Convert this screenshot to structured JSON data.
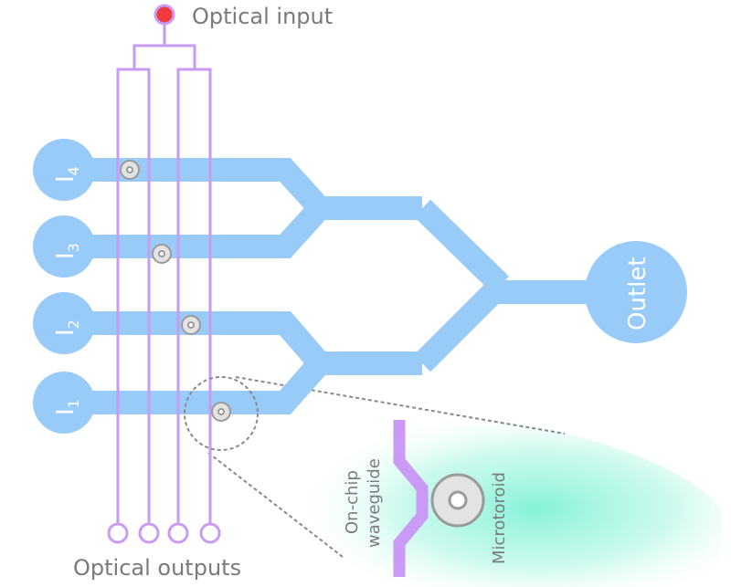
{
  "labels": {
    "optical_input": "Optical input",
    "optical_outputs": "Optical outputs",
    "outlet": "Outlet",
    "on_chip_line1": "On-chip",
    "on_chip_line2": "waveguide",
    "microtoroid": "Microtoroid"
  },
  "inlets": [
    {
      "letter": "I",
      "sub": "4"
    },
    {
      "letter": "I",
      "sub": "3"
    },
    {
      "letter": "I",
      "sub": "2"
    },
    {
      "letter": "I",
      "sub": "1"
    }
  ],
  "colors": {
    "channel": "#99cbf9",
    "waveguide": "#c99af6",
    "input_dot": "#ee3c3c",
    "toroid_fill": "#e3e3e3",
    "toroid_stroke": "#9a9a9a",
    "zoom_glow": "#8ff2d9",
    "text": "#7a7a7a"
  }
}
